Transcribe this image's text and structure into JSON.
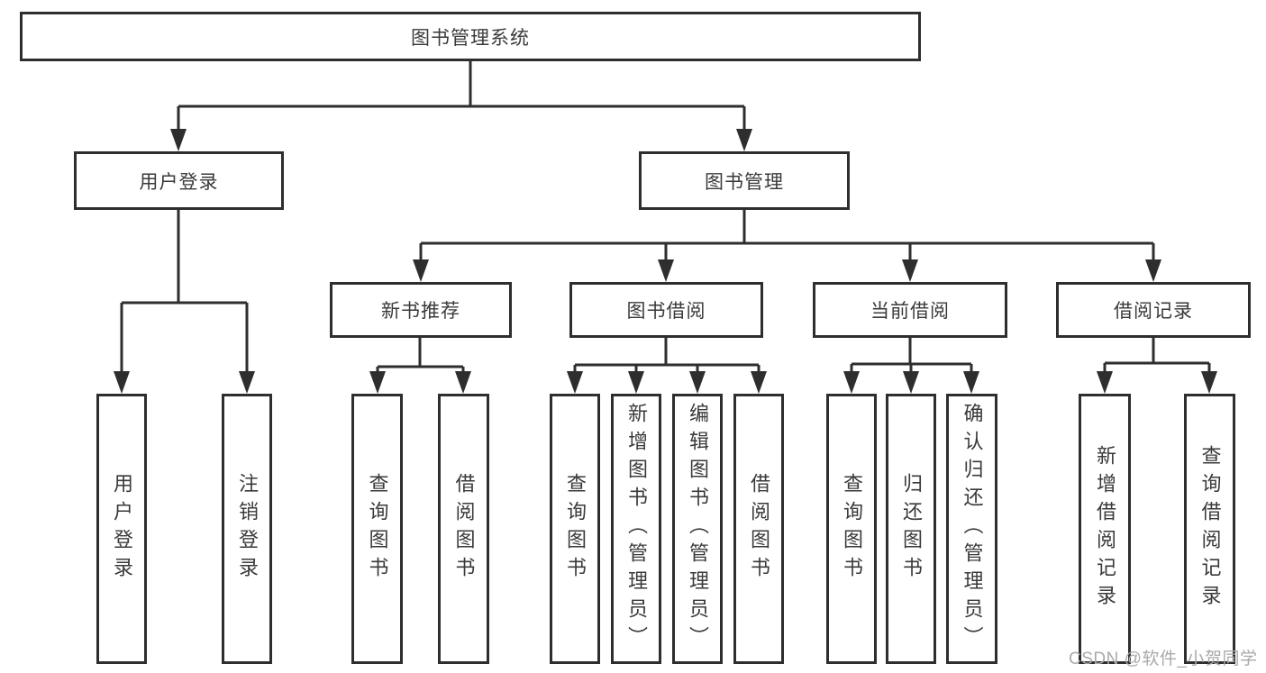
{
  "colors": {
    "background": "#ffffff",
    "line": "#2e2e2e",
    "box_border": "#2e2e2e",
    "text": "#3a3a3a",
    "watermark": "#a9a9a9"
  },
  "tree": {
    "label": "图书管理系统",
    "children": [
      {
        "label": "用户登录",
        "children": [
          {
            "label": "用户登录"
          },
          {
            "label": "注销登录"
          }
        ]
      },
      {
        "label": "图书管理",
        "children": [
          {
            "label": "新书推荐",
            "children": [
              {
                "label": "查询图书"
              },
              {
                "label": "借阅图书"
              }
            ]
          },
          {
            "label": "图书借阅",
            "children": [
              {
                "label": "查询图书"
              },
              {
                "label": "新增图书（管理员）"
              },
              {
                "label": "编辑图书（管理员）"
              },
              {
                "label": "借阅图书"
              }
            ]
          },
          {
            "label": "当前借阅",
            "children": [
              {
                "label": "查询图书"
              },
              {
                "label": "归还图书"
              },
              {
                "label": "确认归还（管理员）"
              }
            ]
          },
          {
            "label": "借阅记录",
            "children": [
              {
                "label": "新增借阅记录"
              },
              {
                "label": "查询借阅记录"
              }
            ]
          }
        ]
      }
    ]
  },
  "watermark": {
    "text": "CSDN @软件_小贺同学"
  }
}
